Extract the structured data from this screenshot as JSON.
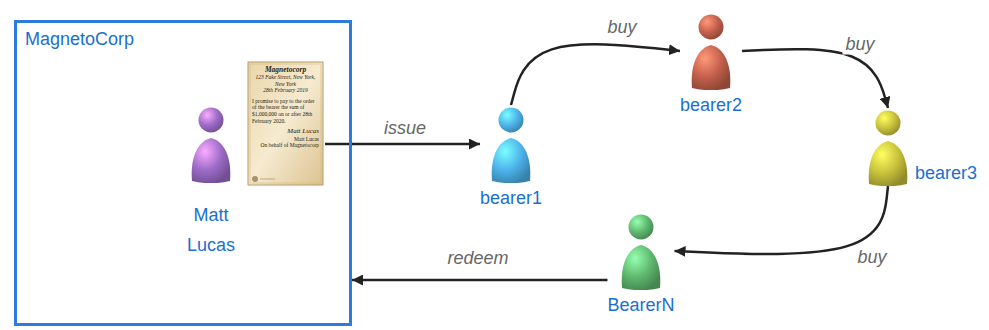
{
  "diagram": {
    "nodes": [
      {
        "text": [
          "MagnetoCorp"
        ]
      },
      {
        "text": [
          "Matt Lucas"
        ],
        "in": 0
      },
      {
        "text": [
          "bearer1"
        ]
      },
      {
        "text": [
          "bearer2"
        ]
      },
      {
        "text": [
          "bearer3"
        ]
      },
      {
        "text": [
          "BearerN"
        ]
      }
    ],
    "edges": [
      {
        "from": 1,
        "to": 2,
        "arrow": "to",
        "label": "issue"
      },
      {
        "from": 2,
        "to": 3,
        "arrow": "to",
        "label": "buy"
      },
      {
        "from": 3,
        "to": 4,
        "arrow": "to",
        "label": "buy"
      },
      {
        "from": 4,
        "to": 5,
        "arrow": "to",
        "label": "buy"
      },
      {
        "from": 5,
        "to": 0,
        "arrow": "to",
        "label": "redeem"
      }
    ],
    "labels": [
      "Magnetocorp",
      "123 Fake Street, New York, New York",
      "28th February 2019",
      "I promise to pay to the order of the bearer the sum of $1,000,000 on or after 28th February 2020.",
      "Matt Lucas",
      "Matt Lucas",
      "On behalf of Magnetocorp"
    ]
  }
}
